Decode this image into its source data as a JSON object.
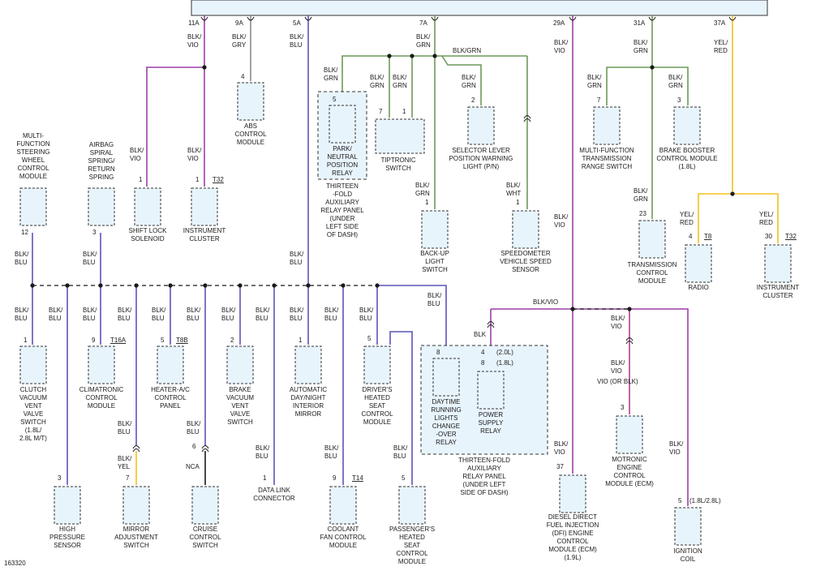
{
  "figure_id": "163320",
  "top_pins": [
    {
      "pin": "11A"
    },
    {
      "pin": "9A"
    },
    {
      "pin": "5A"
    },
    {
      "pin": "7A"
    },
    {
      "pin": "29A"
    },
    {
      "pin": "31A"
    },
    {
      "pin": "37A"
    }
  ],
  "wire_labels": {
    "blk_vio": "BLK/VIO",
    "blk_gry": "BLK/GRY",
    "blk_blu": "BLK/BLU",
    "blk_grn": "BLK/GRN",
    "yel_red": "YEL/RED",
    "blk_yel": "BLK/YEL",
    "blk_wht": "BLK/WHT",
    "blk": "BLK",
    "nca": "NCA",
    "vio_or_blk": "VIO (OR BLK)"
  },
  "components": {
    "mf_steering": {
      "pin": "12",
      "label": "MULTI- FUNCTION STEERING WHEEL CONTROL MODULE"
    },
    "airbag_spring": {
      "pin": "3",
      "label": "AIRBAG SPIRAL SPRING/ RETURN SPRING"
    },
    "shift_lock": {
      "pin": "1",
      "label": "SHIFT LOCK SOLENOID"
    },
    "inst_cluster_1": {
      "pin": "1",
      "conn": "T32",
      "label": "INSTRUMENT CLUSTER"
    },
    "abs": {
      "pin": "4",
      "label": "ABS CONTROL MODULE"
    },
    "park_neutral": {
      "pin": "5",
      "label": "PARK/ NEUTRAL POSITION RELAY"
    },
    "thirteen_fold_1": {
      "label": "THIRTEEN -FOLD AUXILIARY RELAY PANEL (UNDER LEFT SIDE OF DASH)"
    },
    "tiptronic": {
      "pin_a": "7",
      "pin_b": "1",
      "label": "TIPTRONIC SWITCH"
    },
    "selector_lever": {
      "pin": "2",
      "label": "SELECTOR LEVER POSITION WARNING LIGHT (P/N)"
    },
    "backup_light": {
      "pin": "1",
      "label": "BACK-UP LIGHT SWITCH"
    },
    "speedometer": {
      "pin": "1",
      "label": "SPEEDOMETER VEHICLE SPEED SENSOR"
    },
    "mf_trans": {
      "pin": "7",
      "label": "MULTI-FUNCTION TRANSMISSION RANGE SWITCH"
    },
    "brake_booster": {
      "pin": "3",
      "label": "BRAKE BOOSTER CONTROL MODULE (1.8L)"
    },
    "tcm": {
      "pin": "23",
      "label": "TRANSMISSION CONTROL MODULE"
    },
    "radio": {
      "pin": "4",
      "conn": "T8",
      "label": "RADIO"
    },
    "inst_cluster_2": {
      "pin": "30",
      "conn": "T32",
      "label": "INSTRUMENT CLUSTER"
    },
    "clutch_vac": {
      "pin": "1",
      "label": "CLUTCH VACUUM VENT VALVE SWITCH (1.8L/ 2.8L M/T)"
    },
    "high_pressure": {
      "pin": "3",
      "label": "HIGH PRESSURE SENSOR"
    },
    "climatronic": {
      "pin": "9",
      "conn": "T16A",
      "label": "CLIMATRONIC CONTROL MODULE"
    },
    "mirror_adj": {
      "pin": "7",
      "label": "MIRROR ADJUSTMENT SWITCH"
    },
    "heater_ac": {
      "pin": "5",
      "conn": "T8B",
      "label": "HEATER-A/C CONTROL PANEL"
    },
    "cruise": {
      "pin": "6",
      "label": "CRUISE CONTROL SWITCH"
    },
    "brake_vac": {
      "pin": "2",
      "label": "BRAKE VACUUM VENT VALVE SWITCH"
    },
    "dlc": {
      "pin": "1",
      "label": "DATA LINK CONNECTOR"
    },
    "auto_mirror": {
      "pin": "1",
      "label": "AUTOMATIC DAY/NIGHT INTERIOR MIRROR"
    },
    "coolant_fan": {
      "pin": "9",
      "conn": "T14",
      "label": "COOLANT FAN CONTROL MODULE"
    },
    "driver_seat": {
      "pin": "5",
      "label": "DRIVER'S HEATED SEAT CONTROL MODULE"
    },
    "pass_seat": {
      "pin": "5",
      "label": "PASSENGER'S HEATED SEAT CONTROL MODULE"
    },
    "drl_relay": {
      "pin": "8",
      "label": "DAYTIME RUNNING LIGHTS CHANGE -OVER RELAY"
    },
    "power_relay": {
      "pin_a": "4",
      "pin_a_note": "(2.0L)",
      "pin_b": "8",
      "pin_b_note": "(1.8L)",
      "label": "POWER SUPPLY RELAY"
    },
    "thirteen_fold_2": {
      "label": "THIRTEEN-FOLD AUXILIARY RELAY PANEL (UNDER LEFT SIDE OF DASH)"
    },
    "dfi_ecm": {
      "pin": "37",
      "label": "DIESEL DIRECT FUEL INJECTION (DFI) ENGINE CONTROL MODULE (ECM) (1.9L)"
    },
    "motronic": {
      "pin": "3",
      "label": "MOTRONIC ENGINE CONTROL MODULE (ECM)"
    },
    "ign_coil": {
      "pin": "5",
      "pin_note": "(1.8L/2.8L)",
      "label": "IGNITION COIL"
    }
  },
  "colors": {
    "violet": "#9b3fa6",
    "blue": "#5b55b8",
    "green": "#6c9a5a",
    "yellow": "#f2c21a",
    "gray": "#8a8a8a",
    "box_fill": "#e8f4fc"
  }
}
